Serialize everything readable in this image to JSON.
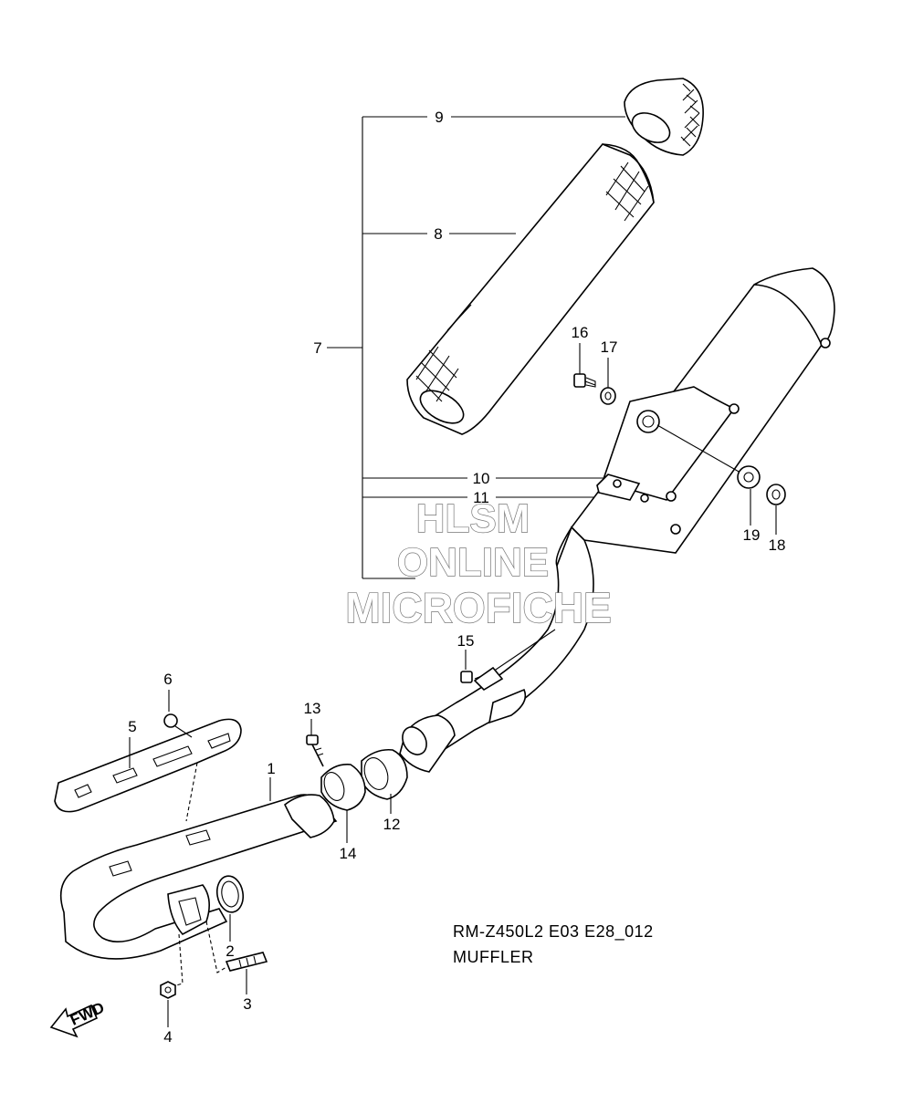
{
  "callouts": [
    {
      "id": "c1",
      "text": "1"
    },
    {
      "id": "c2",
      "text": "2"
    },
    {
      "id": "c3",
      "text": "3"
    },
    {
      "id": "c4",
      "text": "4"
    },
    {
      "id": "c5",
      "text": "5"
    },
    {
      "id": "c6",
      "text": "6"
    },
    {
      "id": "c7",
      "text": "7"
    },
    {
      "id": "c8",
      "text": "8"
    },
    {
      "id": "c9",
      "text": "9"
    },
    {
      "id": "c10",
      "text": "10"
    },
    {
      "id": "c11",
      "text": "11"
    },
    {
      "id": "c12",
      "text": "12"
    },
    {
      "id": "c13",
      "text": "13"
    },
    {
      "id": "c14",
      "text": "14"
    },
    {
      "id": "c15",
      "text": "15"
    },
    {
      "id": "c16",
      "text": "16"
    },
    {
      "id": "c17",
      "text": "17"
    },
    {
      "id": "c18",
      "text": "18"
    },
    {
      "id": "c19",
      "text": "19"
    }
  ],
  "watermark": {
    "line1": "HLSM",
    "line2": "ONLINE",
    "line3": "MICROFICHE"
  },
  "direction_label": "FWD",
  "caption": {
    "code": "RM-Z450L2 E03 E28_012",
    "title": "MUFFLER"
  }
}
